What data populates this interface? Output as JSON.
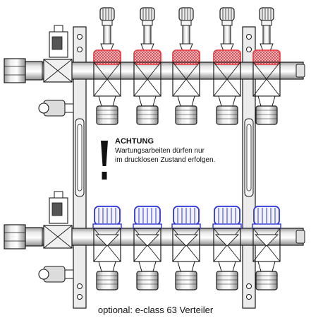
{
  "warning": {
    "title": "ACHTUNG",
    "line1": "Wartungsarbeiten  dürfen nur",
    "line2": "im drucklosen Zustand  erfolgen."
  },
  "caption": "optional: e-class 63 Verteiler",
  "icons": {
    "warning": "exclamation-icon"
  },
  "colors": {
    "supply_valve": "#e8323c",
    "return_valve": "#2d35d6",
    "line": "#1a1a1a",
    "metal": "#d8d8d8"
  }
}
